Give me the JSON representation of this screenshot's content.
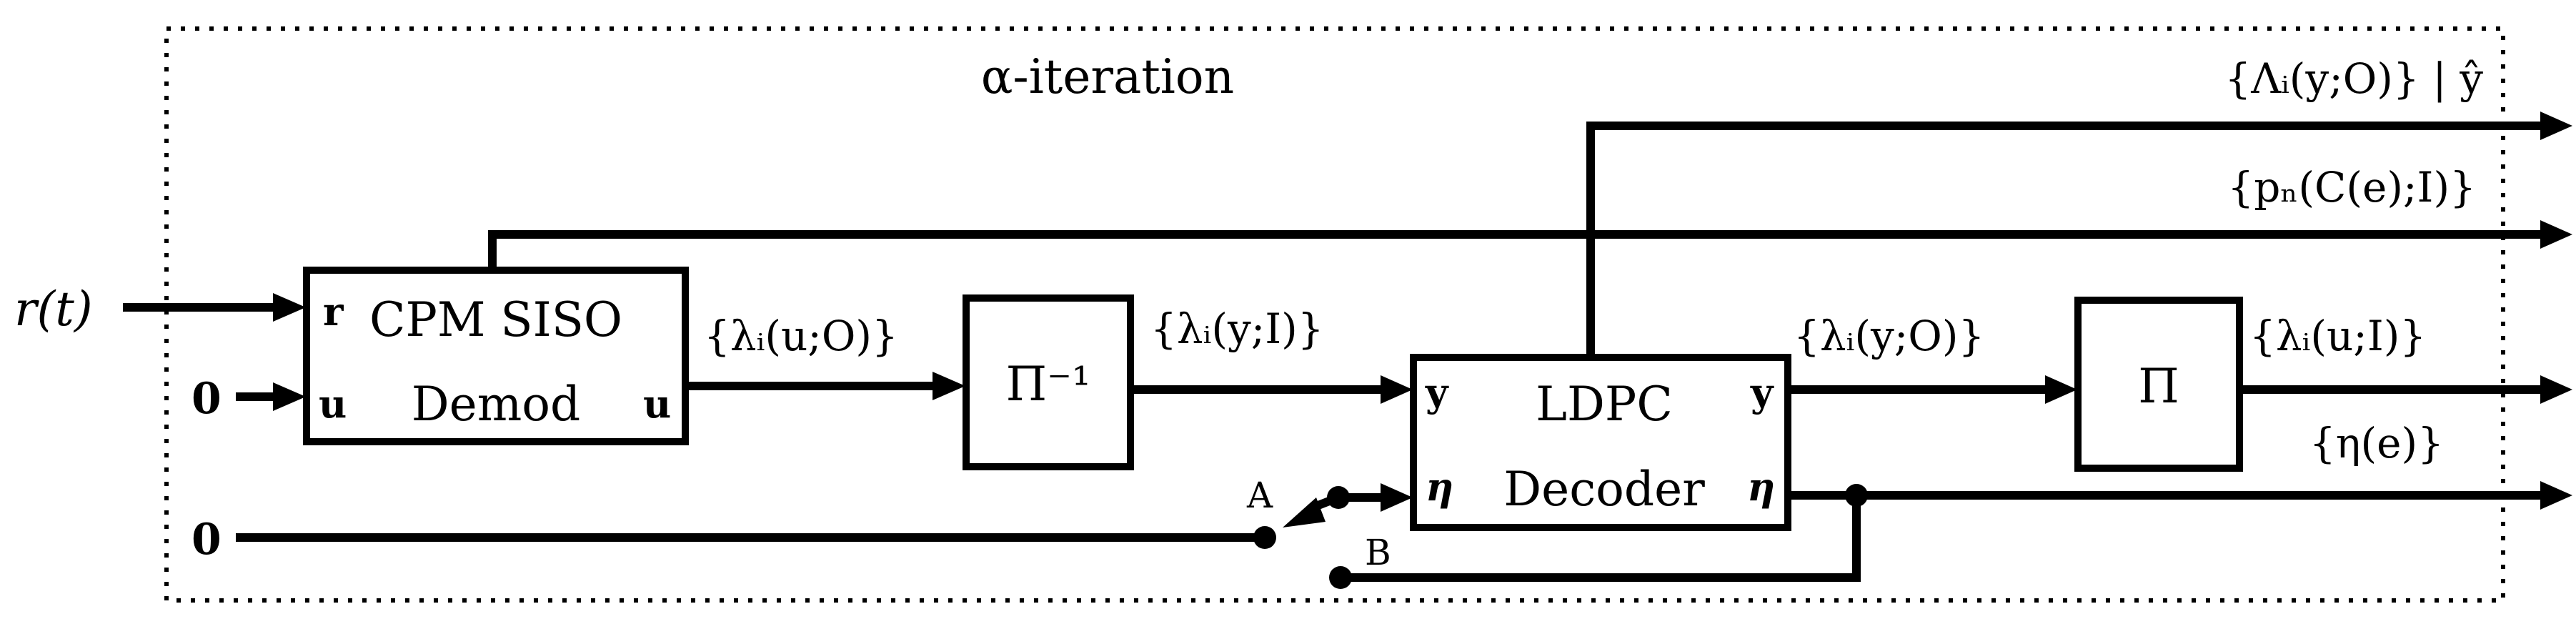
{
  "frame": {
    "label": "α-iteration"
  },
  "inputs": {
    "rt": "r(t)",
    "zero_top": "0",
    "zero_bottom": "0"
  },
  "demod": {
    "line1": "CPM SISO",
    "line2": "Demod",
    "port_r": "r",
    "port_u_in": "u",
    "port_u_out": "u"
  },
  "deinterleaver": {
    "label": "Π⁻¹"
  },
  "decoder": {
    "line1": "LDPC",
    "line2": "Decoder",
    "port_y_in": "y",
    "port_eta_in": "η",
    "port_y_out": "y",
    "port_eta_out": "η"
  },
  "interleaver": {
    "label": "Π"
  },
  "switch": {
    "A": "A",
    "B": "B"
  },
  "signals": {
    "lambda_u_O": "{λᵢ(u;O)}",
    "lambda_y_I": "{λᵢ(y;I)}",
    "lambda_y_O": "{λᵢ(y;O)}",
    "lambda_u_I": "{λᵢ(u;I)}",
    "Lambda_y_O": "{Λᵢ(y;O)}  |  ŷ",
    "p_n": "{pₙ(C(e);I)}",
    "eta_e": "{η(e)}"
  }
}
